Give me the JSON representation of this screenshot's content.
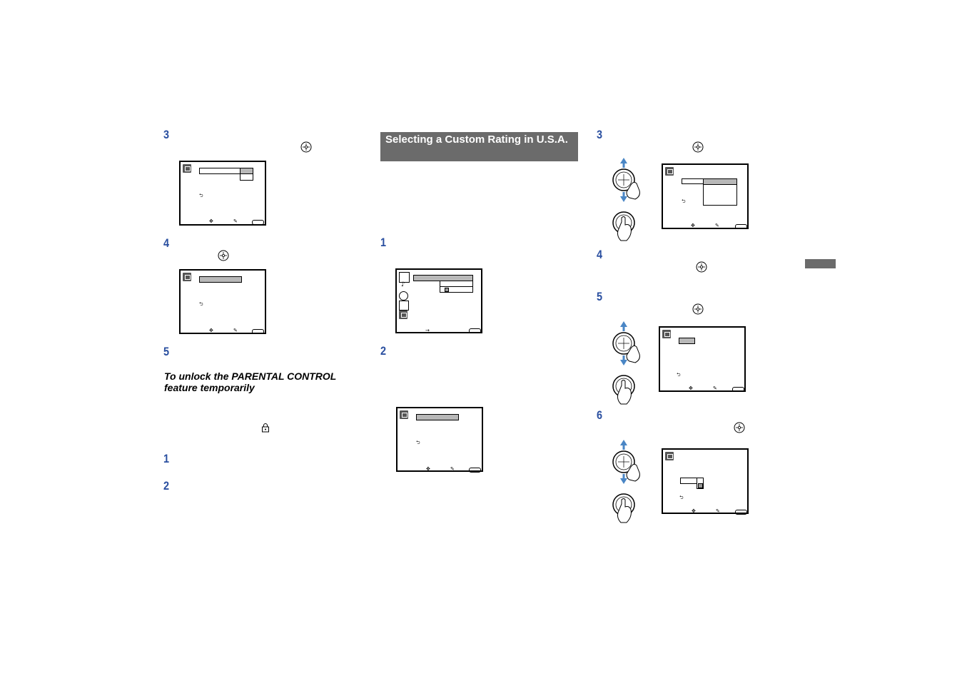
{
  "section_heading": "Selecting a Custom Rating in U.S.A.",
  "subheading": "To unlock the PARENTAL CONTROL feature temporarily",
  "left_column": {
    "steps": [
      "3",
      "4",
      "5",
      "1",
      "2"
    ]
  },
  "middle_column": {
    "steps": [
      "1",
      "2"
    ]
  },
  "right_column": {
    "steps": [
      "3",
      "4",
      "5",
      "6"
    ]
  },
  "icons": {
    "joystick": "joystick-center-icon",
    "return": "return-arrow-icon",
    "lock": "lock-icon",
    "remote_hand": "remote-hand-icon"
  },
  "colors": {
    "step_number": "#2a4fa0",
    "heading_bg": "#6b6b6b",
    "arrow_blue": "#4a86c5"
  }
}
